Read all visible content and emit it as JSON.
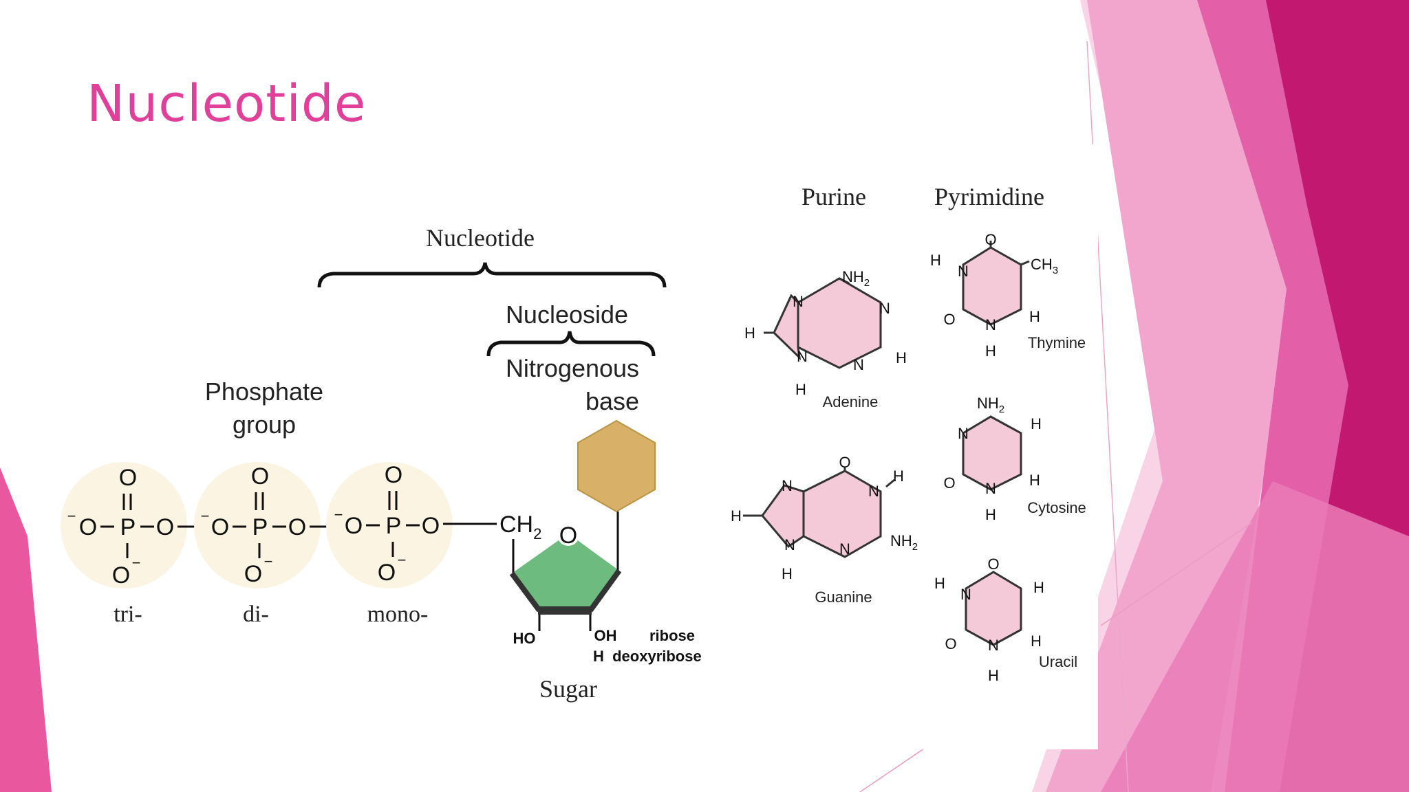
{
  "slide": {
    "title": "Nucleotide"
  },
  "diagram": {
    "label_nucleotide": "Nucleotide",
    "label_nucleoside": "Nucleoside",
    "label_nitrogenous_1": "Nitrogenous",
    "label_nitrogenous_2": "base",
    "label_phosphate_1": "Phosphate",
    "label_phosphate_2": "group",
    "phosphates": [
      {
        "label": "tri-"
      },
      {
        "label": "di-"
      },
      {
        "label": "mono-"
      }
    ],
    "sugar": {
      "label": "Sugar",
      "ch2": "CH",
      "ch2_sub": "2",
      "ring_o": "O",
      "ho": "HO",
      "oh": "OH",
      "ribose": "ribose",
      "deoxyribose": "H  deoxyribose"
    },
    "header_purine": "Purine",
    "header_pyrimidine": "Pyrimidine",
    "bases": {
      "adenine": "Adenine",
      "guanine": "Guanine",
      "thymine": "Thymine",
      "cytosine": "Cytosine",
      "uracil": "Uracil"
    },
    "atoms": {
      "O": "O",
      "P": "P",
      "N": "N",
      "H": "H",
      "NH2": "NH",
      "CH3": "CH",
      "sub2": "2",
      "sub3": "3",
      "minus": "−"
    }
  },
  "colors": {
    "accent": "#e0409a",
    "pink_light": "#f7c6df",
    "pink_mid": "#f08cc0",
    "pink_dark": "#c2186f",
    "base_fill": "#f4c9d8",
    "sugar_fill": "#6dbb7f",
    "hexagon_fill": "#d9b067",
    "phosphate_glow": "#fbf4e2"
  }
}
